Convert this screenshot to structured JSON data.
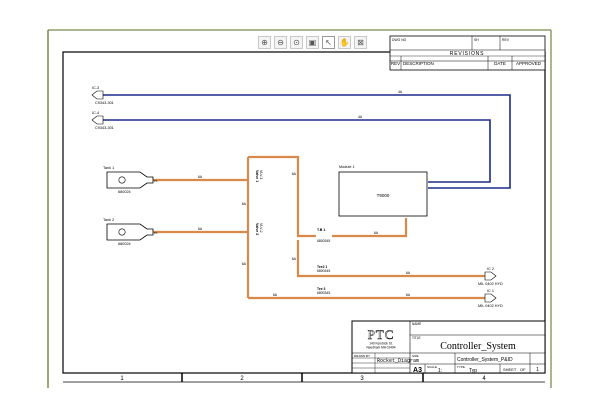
{
  "toolbar": {
    "zoom_in": "⊕",
    "zoom_out": "⊖",
    "zoom_fit": "⊙",
    "zoom_window": "▣",
    "select": "↖",
    "pan": "✋",
    "close": "⊠"
  },
  "title_block_top": {
    "dwg_no_label": "DWG NO",
    "sh_label": "SH",
    "rev_label": "REV",
    "revisions_title": "REVISIONS",
    "col_rev": "REV",
    "col_description": "DESCRIPTION",
    "col_date": "DATE",
    "col_approved": "APPROVED"
  },
  "title_block_bottom": {
    "logo": "PTC",
    "company_line1": "140 Kendrick St.",
    "company_line2": "Needham MA 02494",
    "title_label": "TITLE",
    "title": "Controller_System",
    "name_label": "NAME",
    "drawn_by_label": "DRAWN BY",
    "drawn_by": "Rocket_Diagram",
    "size_label": "SIZE",
    "size": "A3",
    "scale_label": "SCALE",
    "scale": "1:",
    "type_label": "TYPE",
    "type": "Typ",
    "sheet_label": "SHEET",
    "of_label": "OF",
    "doc_name": "Controller_System_P&ID",
    "sheet_count": "1"
  },
  "connectors": {
    "ic3": {
      "label": "IC-3",
      "part": "C9343-301"
    },
    "ic4": {
      "label": "IC-4",
      "part": "C9343-301"
    }
  },
  "tanks": {
    "tank1": {
      "label": "Tank 1",
      "part": "680024",
      "port": "P1"
    },
    "tank2": {
      "label": "Tank 2",
      "part": "680024",
      "port": "P1"
    }
  },
  "module": {
    "label": "Module 1",
    "part": "T9000"
  },
  "valves": {
    "v1": {
      "label": "Valve 1",
      "tag": "VLV-1"
    },
    "v2": {
      "label": "Valve 2",
      "tag": "VLV-2"
    }
  },
  "tees": {
    "tee1": {
      "label": "T.B 1",
      "part": "6800345"
    },
    "tee2": {
      "label": "Tee2 1",
      "part": "6800345"
    },
    "tee3": {
      "label": "Tee 3",
      "part": "6800345"
    }
  },
  "outputs": {
    "ic2": {
      "label": "IC 2",
      "part": "MIL 0402 HYD"
    },
    "ic1": {
      "label": "IC 1",
      "part": "MIL 0402 HYD"
    }
  },
  "line_tags": {
    "a": "4A",
    "b": "4A",
    "c": "6A",
    "d": "6A",
    "e": "6A",
    "f": "6A",
    "g": "6A",
    "h": "6A",
    "i": "6A",
    "j": "6A",
    "k": "6A",
    "l": "6A"
  },
  "zones": [
    "1",
    "2",
    "3",
    "4"
  ],
  "colors": {
    "border": "#5a6e1e",
    "blue_line": "#1c2a8a",
    "orange_line": "#d9894a",
    "ink": "#000000"
  }
}
